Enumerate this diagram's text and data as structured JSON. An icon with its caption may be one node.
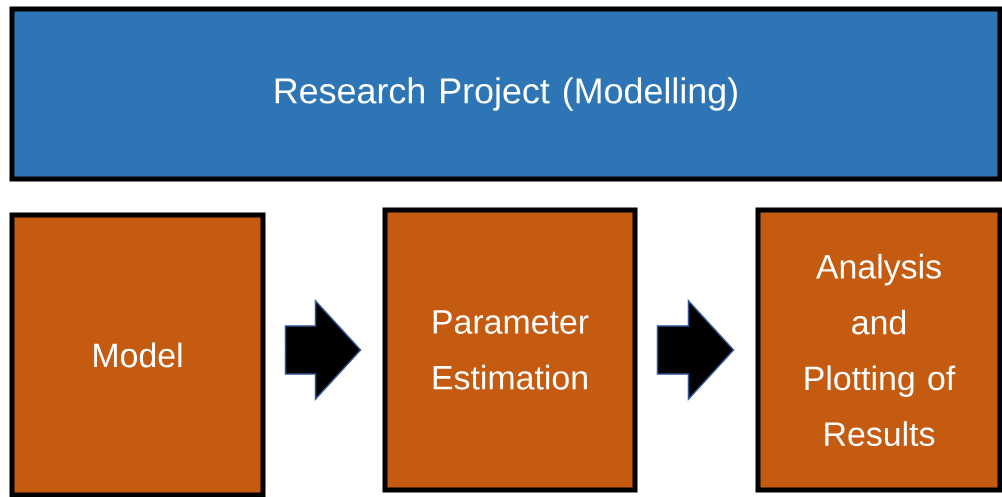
{
  "diagram": {
    "nodes": [
      {
        "text": [
          "Research Project (Modelling)"
        ]
      },
      {
        "text": [
          "Model"
        ]
      },
      {
        "text": [
          "Parameter Estimation"
        ]
      },
      {
        "text": [
          "Analysis and Plotting of Results"
        ]
      }
    ],
    "edges": [
      {
        "from": 1,
        "to": 2,
        "arrow": "to"
      },
      {
        "from": 2,
        "to": 3,
        "arrow": "to"
      }
    ]
  }
}
